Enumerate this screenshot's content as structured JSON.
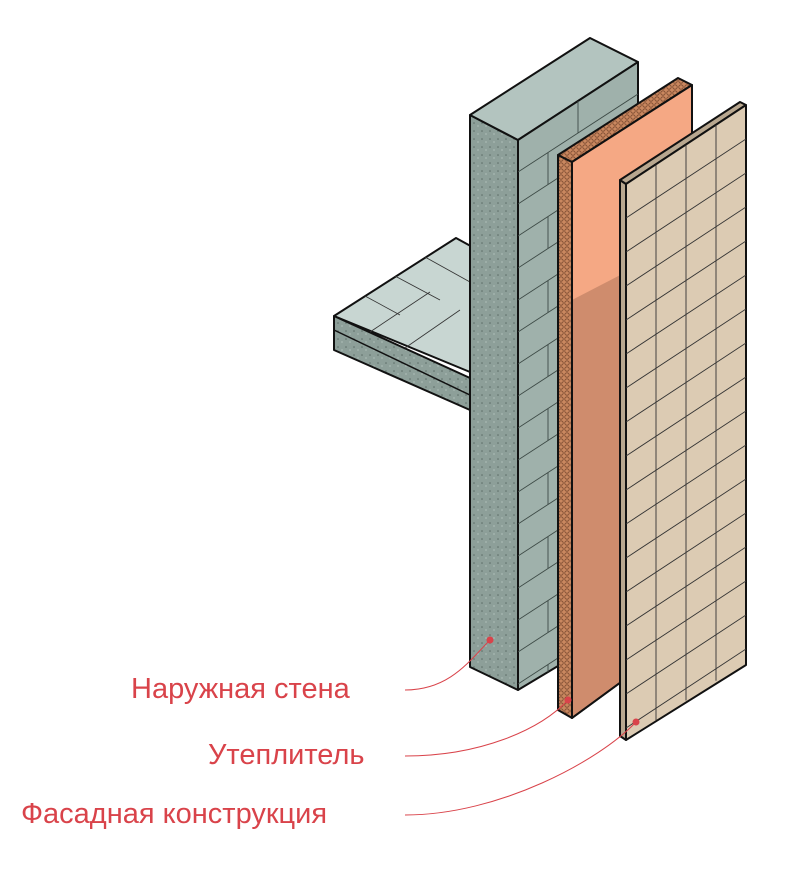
{
  "labels": {
    "wall": "Наружная стена",
    "insulation": "Утеплитель",
    "facade": "Фасадная конструкция"
  },
  "colors": {
    "label": "#d9434a",
    "wall": "#8fa39c",
    "wall_top": "#b9c9c4",
    "insulation_light": "#f5a884",
    "insulation_dark": "#cf8c6d",
    "insulation_edge": "#b36a45",
    "facade": "#dccbb3"
  }
}
